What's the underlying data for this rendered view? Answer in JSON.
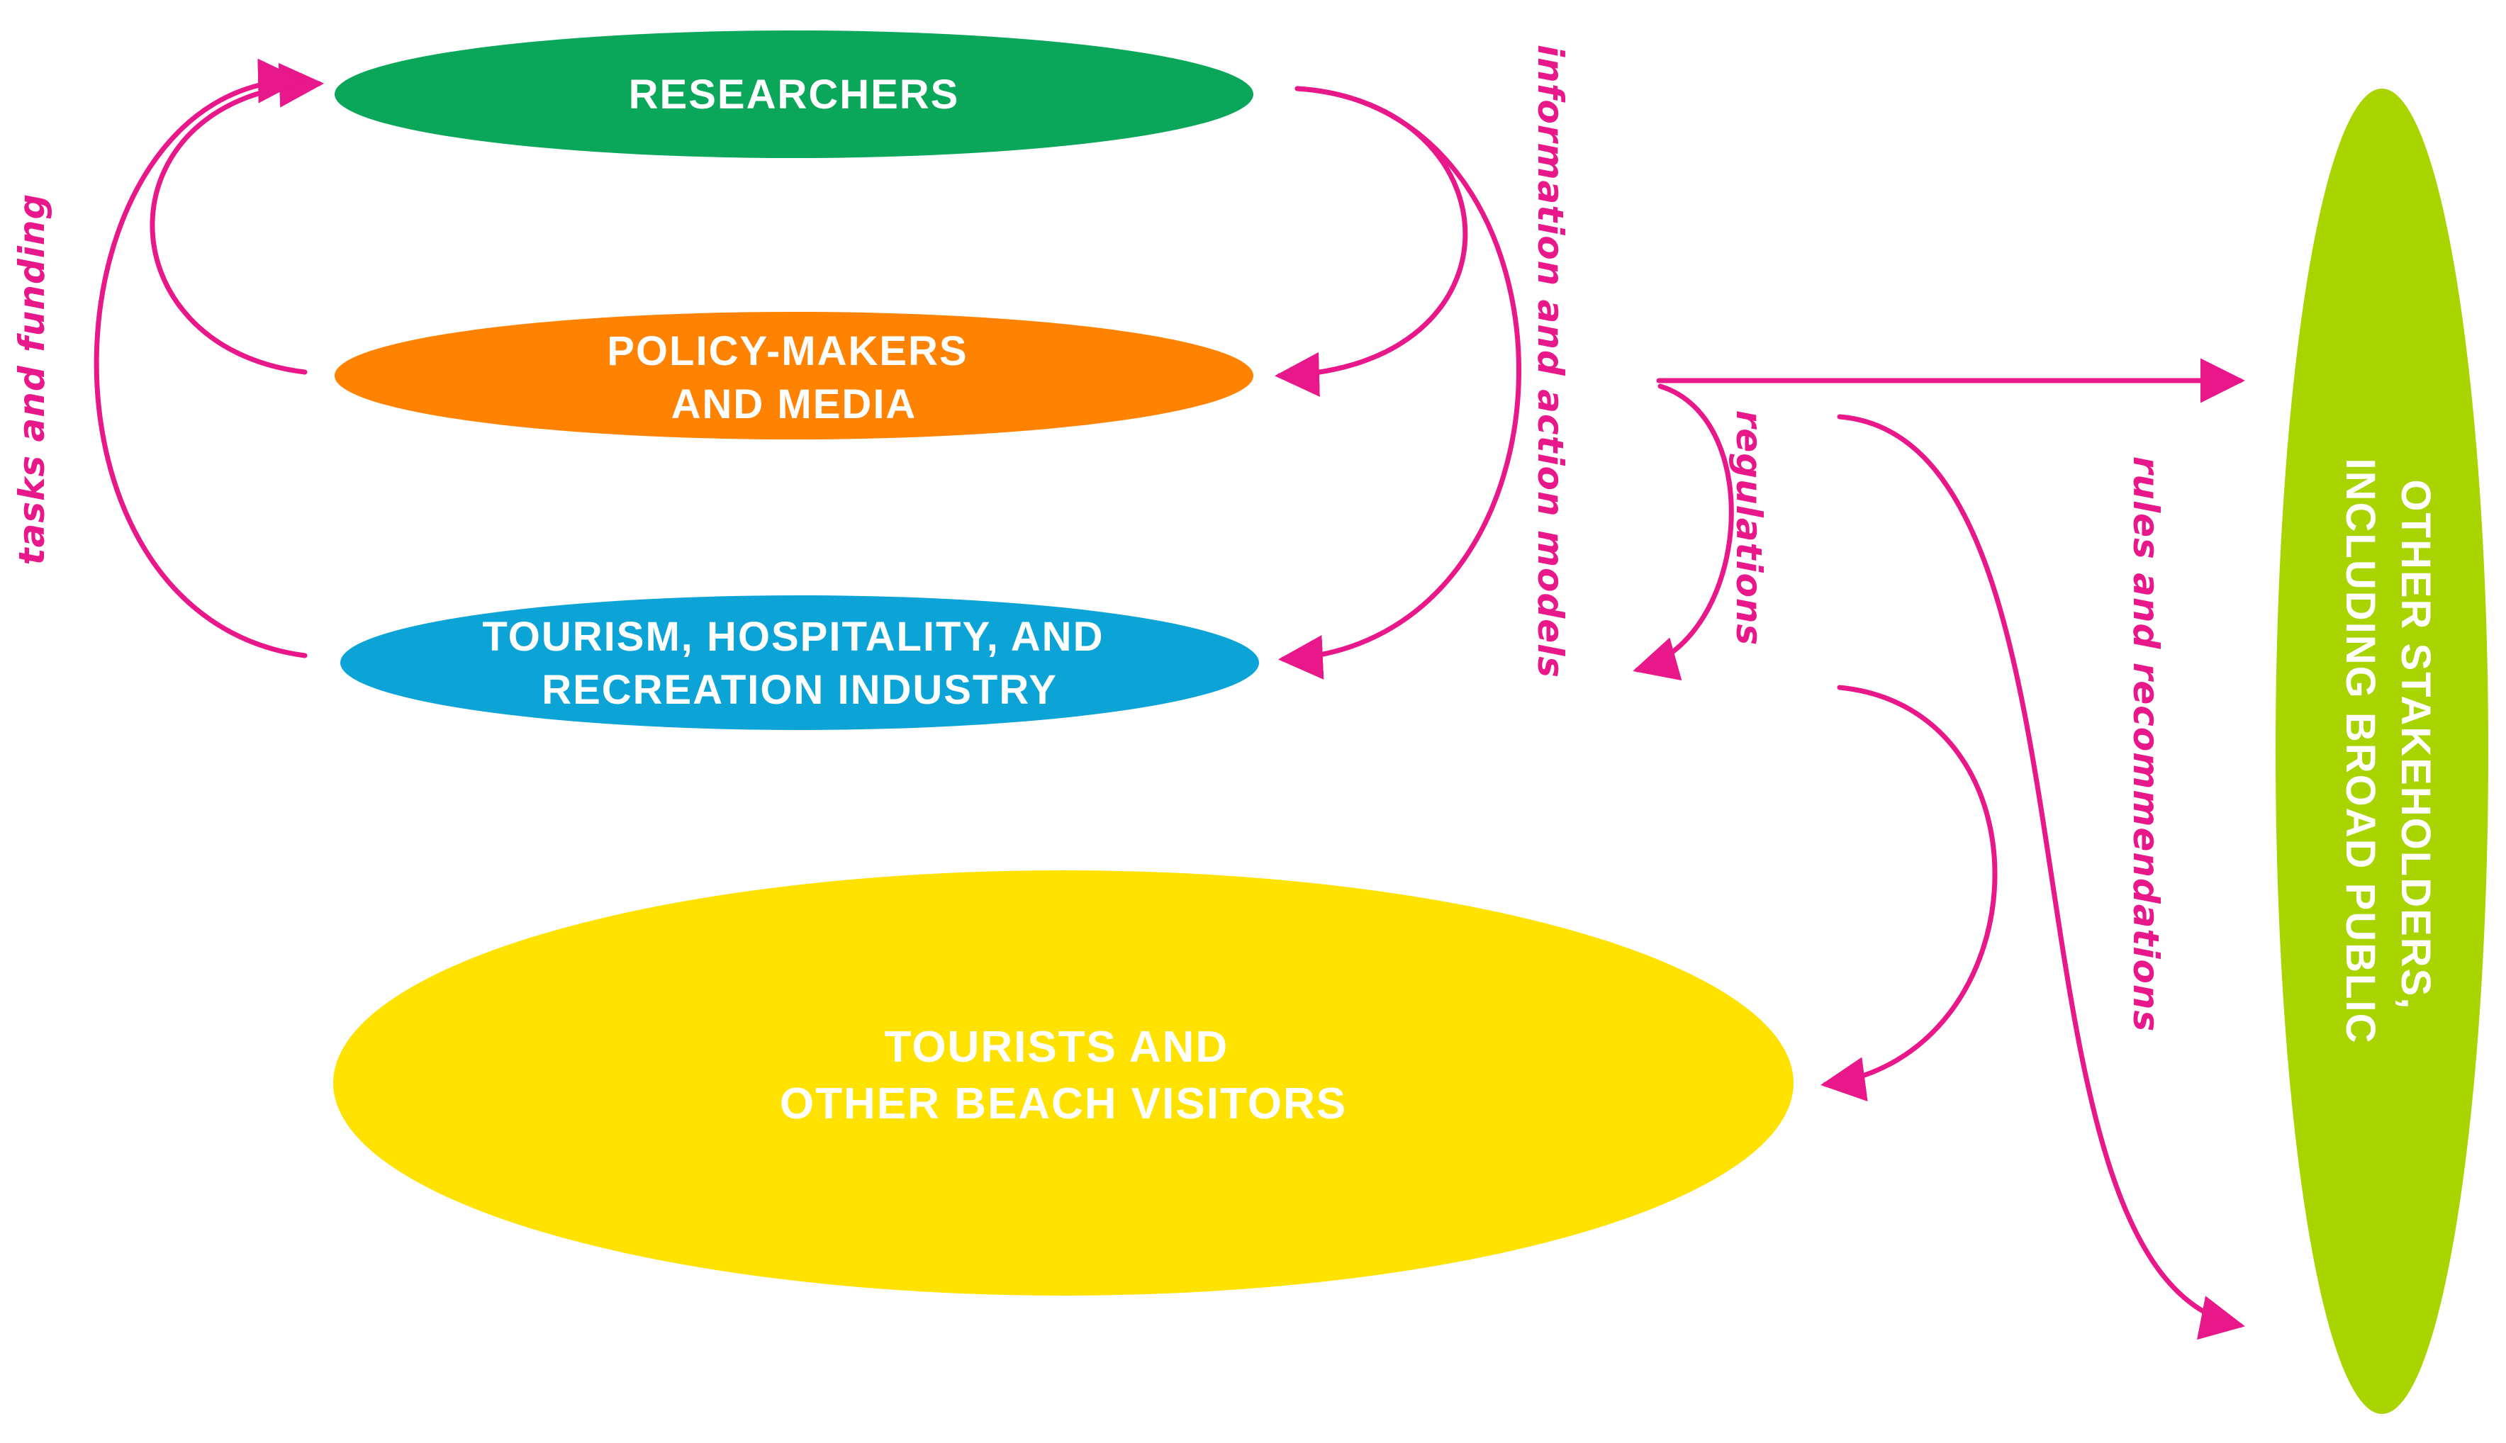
{
  "nodes": {
    "researchers": {
      "lines": [
        "RESEARCHERS"
      ],
      "color": "#0aa75a"
    },
    "policy_makers": {
      "lines": [
        "POLICY-MAKERS",
        "AND MEDIA"
      ],
      "color": "#ff8200"
    },
    "tourism_industry": {
      "lines": [
        "TOURISM, HOSPITALITY, AND",
        "RECREATION INDUSTRY"
      ],
      "color": "#0ca3d6"
    },
    "tourists": {
      "lines": [
        "TOURISTS AND",
        "OTHER BEACH VISITORS"
      ],
      "color": "#ffe200"
    },
    "other_stakeholders": {
      "lines": [
        "OTHER STAKEHOLDERS,",
        "INCLUDING BROAD PUBLIC"
      ],
      "color": "#a8d400"
    }
  },
  "edge_labels": {
    "tasks_and_funding": "tasks and funding",
    "information_and_action_models": "information and action models",
    "regulations": "regulations",
    "rules_and_recommendations": "rules and recommendations"
  },
  "colors": {
    "arrow": "#e8178a",
    "node_text": "#ffffff"
  }
}
